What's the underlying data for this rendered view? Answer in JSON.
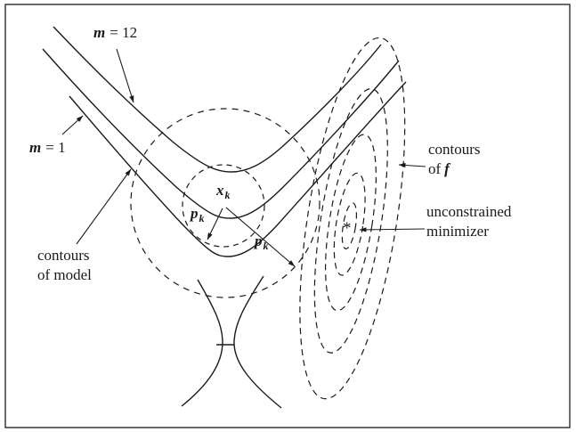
{
  "colors": {
    "ink": "#1a1a1a",
    "paper": "#ffffff"
  },
  "labels": {
    "m12": {
      "var": "m",
      "value": "= 12"
    },
    "m1": {
      "var": "m",
      "value": "= 1"
    },
    "xk": {
      "var": "x",
      "sub": "k"
    },
    "pk_short": {
      "var": "p",
      "sub": "k"
    },
    "pk_long": {
      "var": "p",
      "sub": "k"
    },
    "contours_f": {
      "line1": "contours",
      "line2_word": "of",
      "line2_var": "f"
    },
    "unconstrained_minimizer": {
      "line1": "unconstrained",
      "line2": "minimizer"
    },
    "contours_model": {
      "line1": "contours",
      "line2": "of model"
    },
    "minimizer_marker": "*"
  }
}
